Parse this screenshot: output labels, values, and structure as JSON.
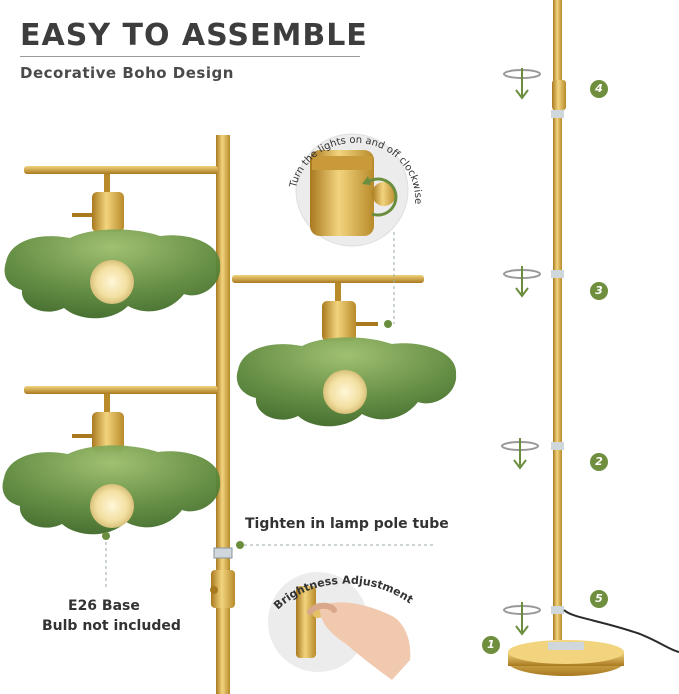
{
  "heading": {
    "title": "EASY TO ASSEMBLE",
    "subtitle": "Decorative Boho Design"
  },
  "callouts": {
    "switch_note": "Turn the lights on and off clockwise",
    "tighten_note": "Tighten in lamp pole tube",
    "bulb_line1": "E26 Base",
    "bulb_line2": "Bulb not included",
    "brightness_note": "Brightness Adjustment"
  },
  "assembly_steps": {
    "step1": "1",
    "step2": "2",
    "step3": "3",
    "step4": "4",
    "step5": "5"
  },
  "colors": {
    "brass": "#d4aa4a",
    "shade_green": "#5f8a3c",
    "step_badge": "#6f8f3f"
  }
}
